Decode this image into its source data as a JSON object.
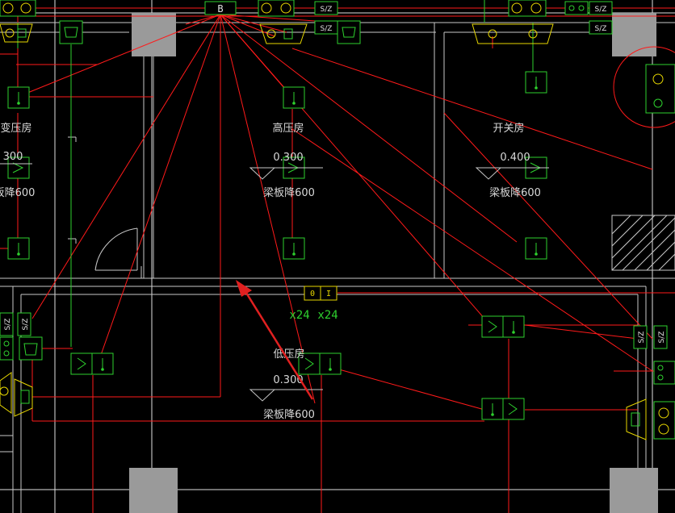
{
  "rooms": [
    {
      "name": "变压房",
      "level": "300",
      "note": "板降600"
    },
    {
      "name": "高压房",
      "level": "0.300",
      "note": "梁板降600"
    },
    {
      "name": "开关房",
      "level": "0.400",
      "note": "梁板降600"
    },
    {
      "name": "低压房",
      "level": "0.300",
      "note": "梁板降600"
    }
  ],
  "panel_label": "B",
  "switch_code": "S/Z",
  "socket_labels": [
    "x24",
    "x24"
  ],
  "socket_box_text": [
    "0",
    "I"
  ],
  "colors": {
    "background": "#000000",
    "wall": "#c8c8c8",
    "wire": "#ff1a1a",
    "device": "#2ed12e",
    "socket": "#e6d600",
    "column": "#9a9a9a",
    "arrow": "#e02020"
  }
}
